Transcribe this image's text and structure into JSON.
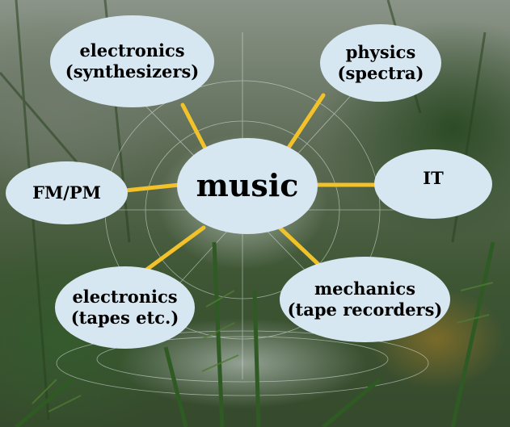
{
  "diagram": {
    "center": {
      "label": "music"
    },
    "nodes": [
      {
        "id": "electronics-synth",
        "lines": [
          "electronics",
          "(synthesizers)"
        ]
      },
      {
        "id": "physics",
        "lines": [
          "physics",
          "(spectra)"
        ]
      },
      {
        "id": "fm-pm",
        "lines": [
          "FM/PM"
        ]
      },
      {
        "id": "it",
        "lines": [
          "IT"
        ]
      },
      {
        "id": "electronics-tapes",
        "lines": [
          "electronics",
          "(tapes etc.)"
        ]
      },
      {
        "id": "mechanics",
        "lines": [
          "mechanics",
          "(tape recorders)"
        ]
      }
    ],
    "colors": {
      "node_fill": "#d7e7f1",
      "connector": "#f2c22a",
      "text": "#000000"
    }
  }
}
